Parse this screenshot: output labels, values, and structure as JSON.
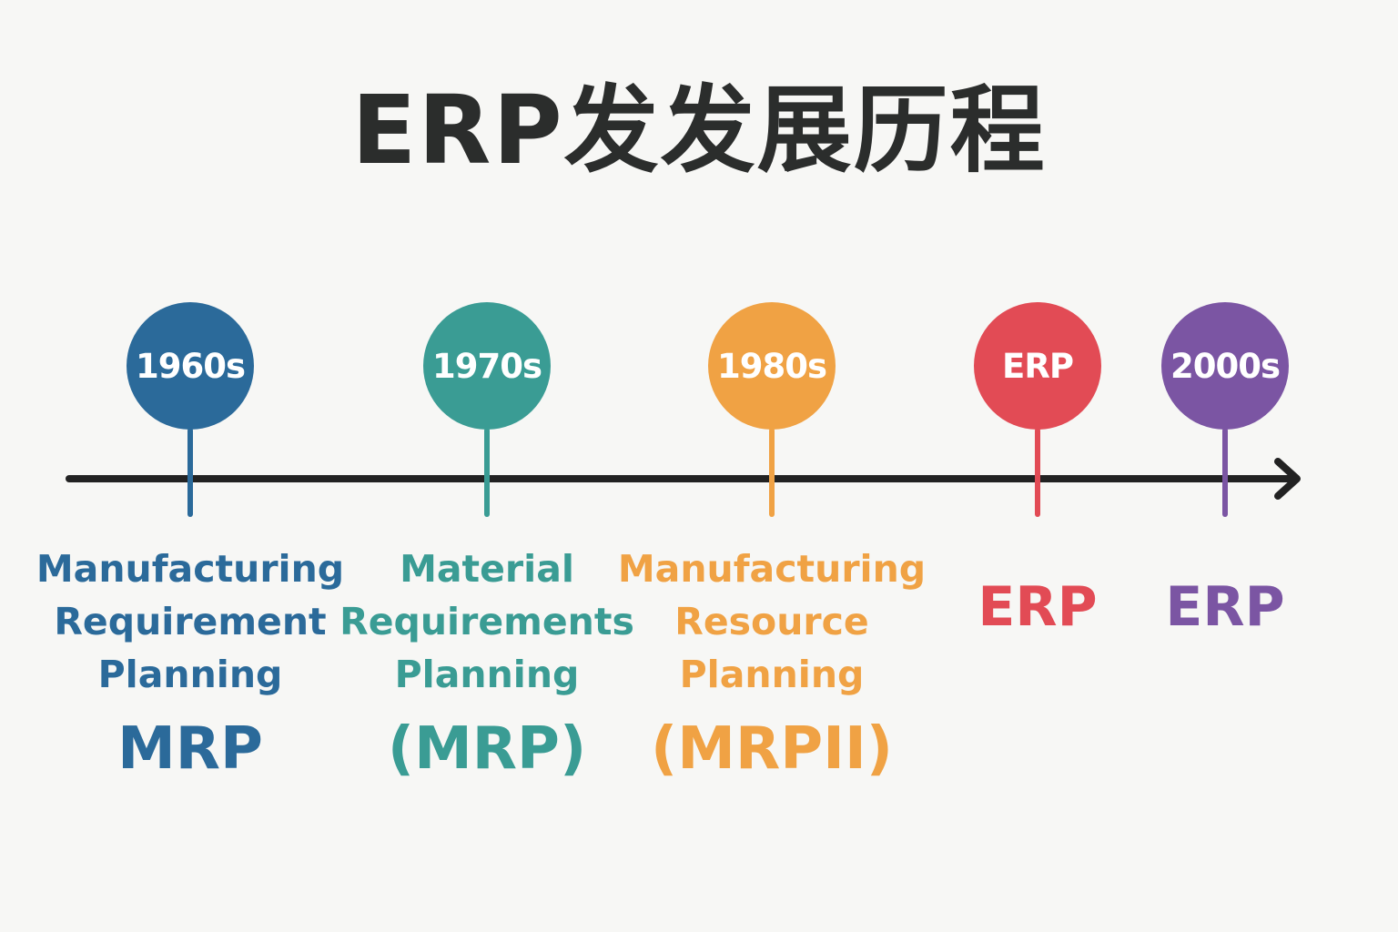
{
  "title": "ERP发发展历程",
  "axis_color": "#222222",
  "milestones": [
    {
      "era": "1960s",
      "color": "#2b6a9a",
      "lines": [
        "Manufacturing",
        "Requirement",
        "Planning"
      ],
      "abbr": "MRP"
    },
    {
      "era": "1970s",
      "color": "#3a9c94",
      "lines": [
        "Material",
        "Requirements",
        "Planning"
      ],
      "abbr": "(MRP)"
    },
    {
      "era": "1980s",
      "color": "#f0a244",
      "lines": [
        "Manufacturing",
        "Resource",
        "Planning"
      ],
      "abbr": "(MRPII)"
    },
    {
      "era": "ERP",
      "color": "#e24b55",
      "lines": [],
      "abbr": "ERP"
    },
    {
      "era": "2000s",
      "color": "#7b55a3",
      "lines": [],
      "abbr": "ERP"
    }
  ]
}
